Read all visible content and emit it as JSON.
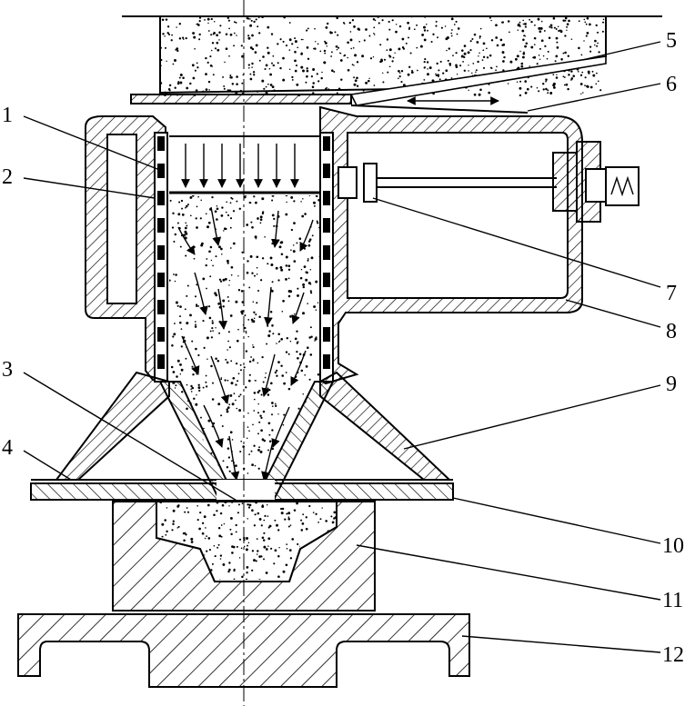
{
  "diagram": {
    "callouts": [
      {
        "id": "1",
        "text": "1"
      },
      {
        "id": "2",
        "text": "2"
      },
      {
        "id": "3",
        "text": "3"
      },
      {
        "id": "4",
        "text": "4"
      },
      {
        "id": "5",
        "text": "5"
      },
      {
        "id": "6",
        "text": "6"
      },
      {
        "id": "7",
        "text": "7"
      },
      {
        "id": "8",
        "text": "8"
      },
      {
        "id": "9",
        "text": "9"
      },
      {
        "id": "10",
        "text": "10"
      },
      {
        "id": "11",
        "text": "11"
      },
      {
        "id": "12",
        "text": "12"
      }
    ],
    "colors": {
      "ink": "#000000",
      "paper": "#ffffff"
    }
  }
}
